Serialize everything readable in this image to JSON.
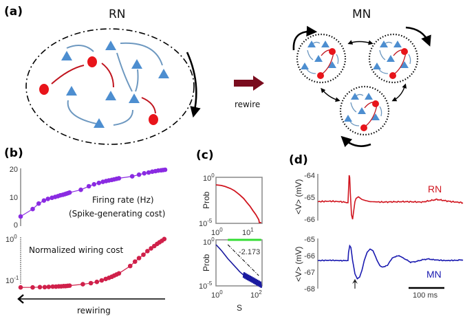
{
  "panel_a": {
    "label": "(a)",
    "rn_title": "RN",
    "mn_title": "MN",
    "rewire_label": "rewire",
    "colors": {
      "excitatory": "#4d8ed0",
      "inhibitory": "#e8141a",
      "excitatory_link": "#6d98c0",
      "inhibitory_link": "#c0141e",
      "rewire_arrow": "#7a0c1e"
    }
  },
  "chart_data": [
    {
      "id": "b-top",
      "panel_label": "(b)",
      "type": "line",
      "title": "Firing rate (Hz)",
      "subtitle": "(Spike-generating cost)",
      "xlabel": "rewiring",
      "ylabel": "",
      "ylim": [
        0,
        20
      ],
      "yticks": [
        "0",
        "10",
        "20"
      ],
      "color": "#8a2be2",
      "x": [
        0,
        3,
        4.5,
        5.8,
        6.8,
        7.8,
        8.6,
        9.3,
        9.9,
        10.5,
        11,
        11.4,
        11.8,
        12.2,
        15,
        17,
        18.3,
        19.5,
        20.5,
        21.3,
        22,
        22.7,
        23.3,
        23.9,
        24.5,
        27.8,
        29.5,
        30.8,
        31.9,
        32.8,
        33.6,
        34.3,
        35,
        35.5,
        36
      ],
      "values": [
        3.0,
        5.7,
        7.7,
        8.8,
        9.4,
        9.8,
        10.1,
        10.4,
        10.7,
        10.9,
        11.1,
        11.3,
        11.5,
        11.7,
        12.7,
        14.0,
        14.7,
        15.2,
        15.6,
        15.9,
        16.1,
        16.3,
        16.5,
        16.7,
        16.9,
        17.6,
        18.2,
        18.7,
        19.0,
        19.3,
        19.5,
        19.7,
        19.8,
        19.9,
        20.0
      ]
    },
    {
      "id": "b-bottom",
      "type": "line",
      "title": "Normalized wiring cost",
      "xlabel": "rewiring",
      "ylabel": "",
      "yscale": "log",
      "ylim": [
        0.055,
        1.0
      ],
      "yticks": [
        "10^0",
        "10^-1"
      ],
      "color": "#d0204a",
      "x": [
        0,
        3,
        4.8,
        6,
        7,
        8,
        8.8,
        9.5,
        10.1,
        10.7,
        11.2,
        11.7,
        12.2,
        15.5,
        17.5,
        19,
        20.2,
        21.2,
        22,
        22.7,
        23.3,
        23.9,
        24.5,
        27.3,
        28.5,
        29.5,
        30.6,
        31.6,
        32.5,
        33.3,
        34,
        34.6,
        35.2,
        35.8
      ],
      "values": [
        0.068,
        0.068,
        0.069,
        0.069,
        0.07,
        0.071,
        0.071,
        0.072,
        0.072,
        0.073,
        0.073,
        0.074,
        0.075,
        0.081,
        0.086,
        0.092,
        0.1,
        0.108,
        0.115,
        0.122,
        0.13,
        0.138,
        0.147,
        0.22,
        0.28,
        0.34,
        0.41,
        0.5,
        0.58,
        0.66,
        0.74,
        0.81,
        0.88,
        0.97
      ]
    },
    {
      "id": "c-top",
      "panel_label": "(c)",
      "type": "line",
      "xscale": "log",
      "yscale": "log",
      "ylabel": "Prob",
      "xlabel": "",
      "xlim": [
        1,
        30
      ],
      "ylim": [
        1e-05,
        1
      ],
      "xticks": [
        "10^0",
        "10^1"
      ],
      "yticks": [
        "10^0",
        "10^-5"
      ],
      "color": "#d0141e",
      "x": [
        1,
        1.5,
        2,
        3,
        4,
        5,
        6,
        8,
        10,
        13,
        16,
        20,
        23,
        25,
        26,
        28,
        30
      ],
      "values": [
        0.15,
        0.13,
        0.1,
        0.06,
        0.035,
        0.02,
        0.012,
        0.005,
        0.002,
        0.0007,
        0.00025,
        9e-05,
        4e-05,
        2.5e-05,
        1.2e-05,
        1.2e-05,
        1.2e-05
      ]
    },
    {
      "id": "c-bottom",
      "type": "line",
      "xscale": "log",
      "yscale": "log",
      "ylabel": "Prob",
      "xlabel": "S",
      "xlim": [
        1,
        200
      ],
      "ylim": [
        1e-05,
        1
      ],
      "xticks": [
        "10^0",
        "10^2"
      ],
      "yticks": [
        "10^0",
        "10^-5"
      ],
      "slope_label": "-2.173",
      "series": [
        {
          "name": "distribution",
          "color": "#1a1aa0",
          "x": [
            1,
            1.5,
            2,
            3,
            4,
            6,
            8,
            12,
            16,
            25,
            35,
            50,
            70,
            100,
            150,
            200
          ],
          "values": [
            0.3,
            0.12,
            0.06,
            0.02,
            0.009,
            0.0035,
            0.0018,
            0.0007,
            0.00035,
            0.00015,
            7e-05,
            4e-05,
            3e-05,
            2e-05,
            1.5e-05,
            1e-05
          ]
        },
        {
          "name": "threshold",
          "color": "#33dd33",
          "x": [
            4,
            200
          ],
          "values": [
            1,
            1
          ]
        },
        {
          "name": "fit",
          "color": "#000000",
          "x": [
            4,
            150
          ],
          "values": [
            0.3,
            0.00013
          ]
        }
      ]
    },
    {
      "id": "d-top",
      "panel_label": "(d)",
      "type": "line",
      "ylabel": "<V> (mV)",
      "ylim": [
        -66,
        -64
      ],
      "yticks": [
        "-64",
        "-65",
        "-66"
      ],
      "legend": "RN",
      "color": "#d0141e",
      "x_ms": [
        0,
        20,
        40,
        52,
        54,
        55,
        56,
        58,
        60,
        62,
        64,
        66,
        70,
        76,
        82,
        90,
        110,
        150,
        180,
        205,
        230,
        250
      ],
      "values": [
        -65.2,
        -65.18,
        -65.2,
        -65.25,
        -64.0,
        -64.1,
        -64.8,
        -65.8,
        -66.0,
        -65.6,
        -65.2,
        -65.05,
        -64.98,
        -65.1,
        -65.15,
        -65.2,
        -65.22,
        -65.2,
        -65.22,
        -65.1,
        -65.2,
        -65.25
      ]
    },
    {
      "id": "d-bottom",
      "type": "line",
      "ylabel": "<V> (mV)",
      "ylim": [
        -68,
        -65
      ],
      "yticks": [
        "-65",
        "-66",
        "-67",
        "-68"
      ],
      "legend": "MN",
      "color": "#1a1ab0",
      "scale_bar": "100 ms",
      "x_ms": [
        0,
        20,
        40,
        52,
        53,
        55,
        57,
        60,
        64,
        68,
        72,
        76,
        80,
        85,
        90,
        95,
        100,
        105,
        110,
        120,
        125,
        130,
        140,
        145,
        150,
        160,
        170,
        180,
        190,
        200,
        220,
        240,
        250
      ],
      "values": [
        -66.3,
        -66.28,
        -66.3,
        -66.3,
        -65.8,
        -65.4,
        -65.5,
        -66.3,
        -67.1,
        -67.4,
        -67.3,
        -66.9,
        -66.3,
        -65.8,
        -65.6,
        -65.7,
        -66.1,
        -66.5,
        -66.7,
        -66.6,
        -66.3,
        -66.1,
        -66.0,
        -66.1,
        -66.2,
        -66.4,
        -66.35,
        -66.25,
        -66.2,
        -66.25,
        -66.3,
        -66.28,
        -66.25
      ]
    }
  ],
  "panel_b": {
    "label": "(b)",
    "firing_label": "Firing rate (Hz)",
    "firing_sublabel": "(Spike-generating cost)",
    "wiring_label": "Normalized wiring cost",
    "rewiring_label": "rewiring"
  },
  "panel_c": {
    "label": "(c)",
    "ylabel_top": "Prob",
    "ylabel_bottom": "Prob",
    "xlabel": "S",
    "slope": "-2.173"
  },
  "panel_d": {
    "label": "(d)",
    "ylabel_top": "<V> (mV)",
    "ylabel_bottom": "<V> (mV)",
    "rn": "RN",
    "mn": "MN",
    "scale_bar": "100 ms"
  }
}
